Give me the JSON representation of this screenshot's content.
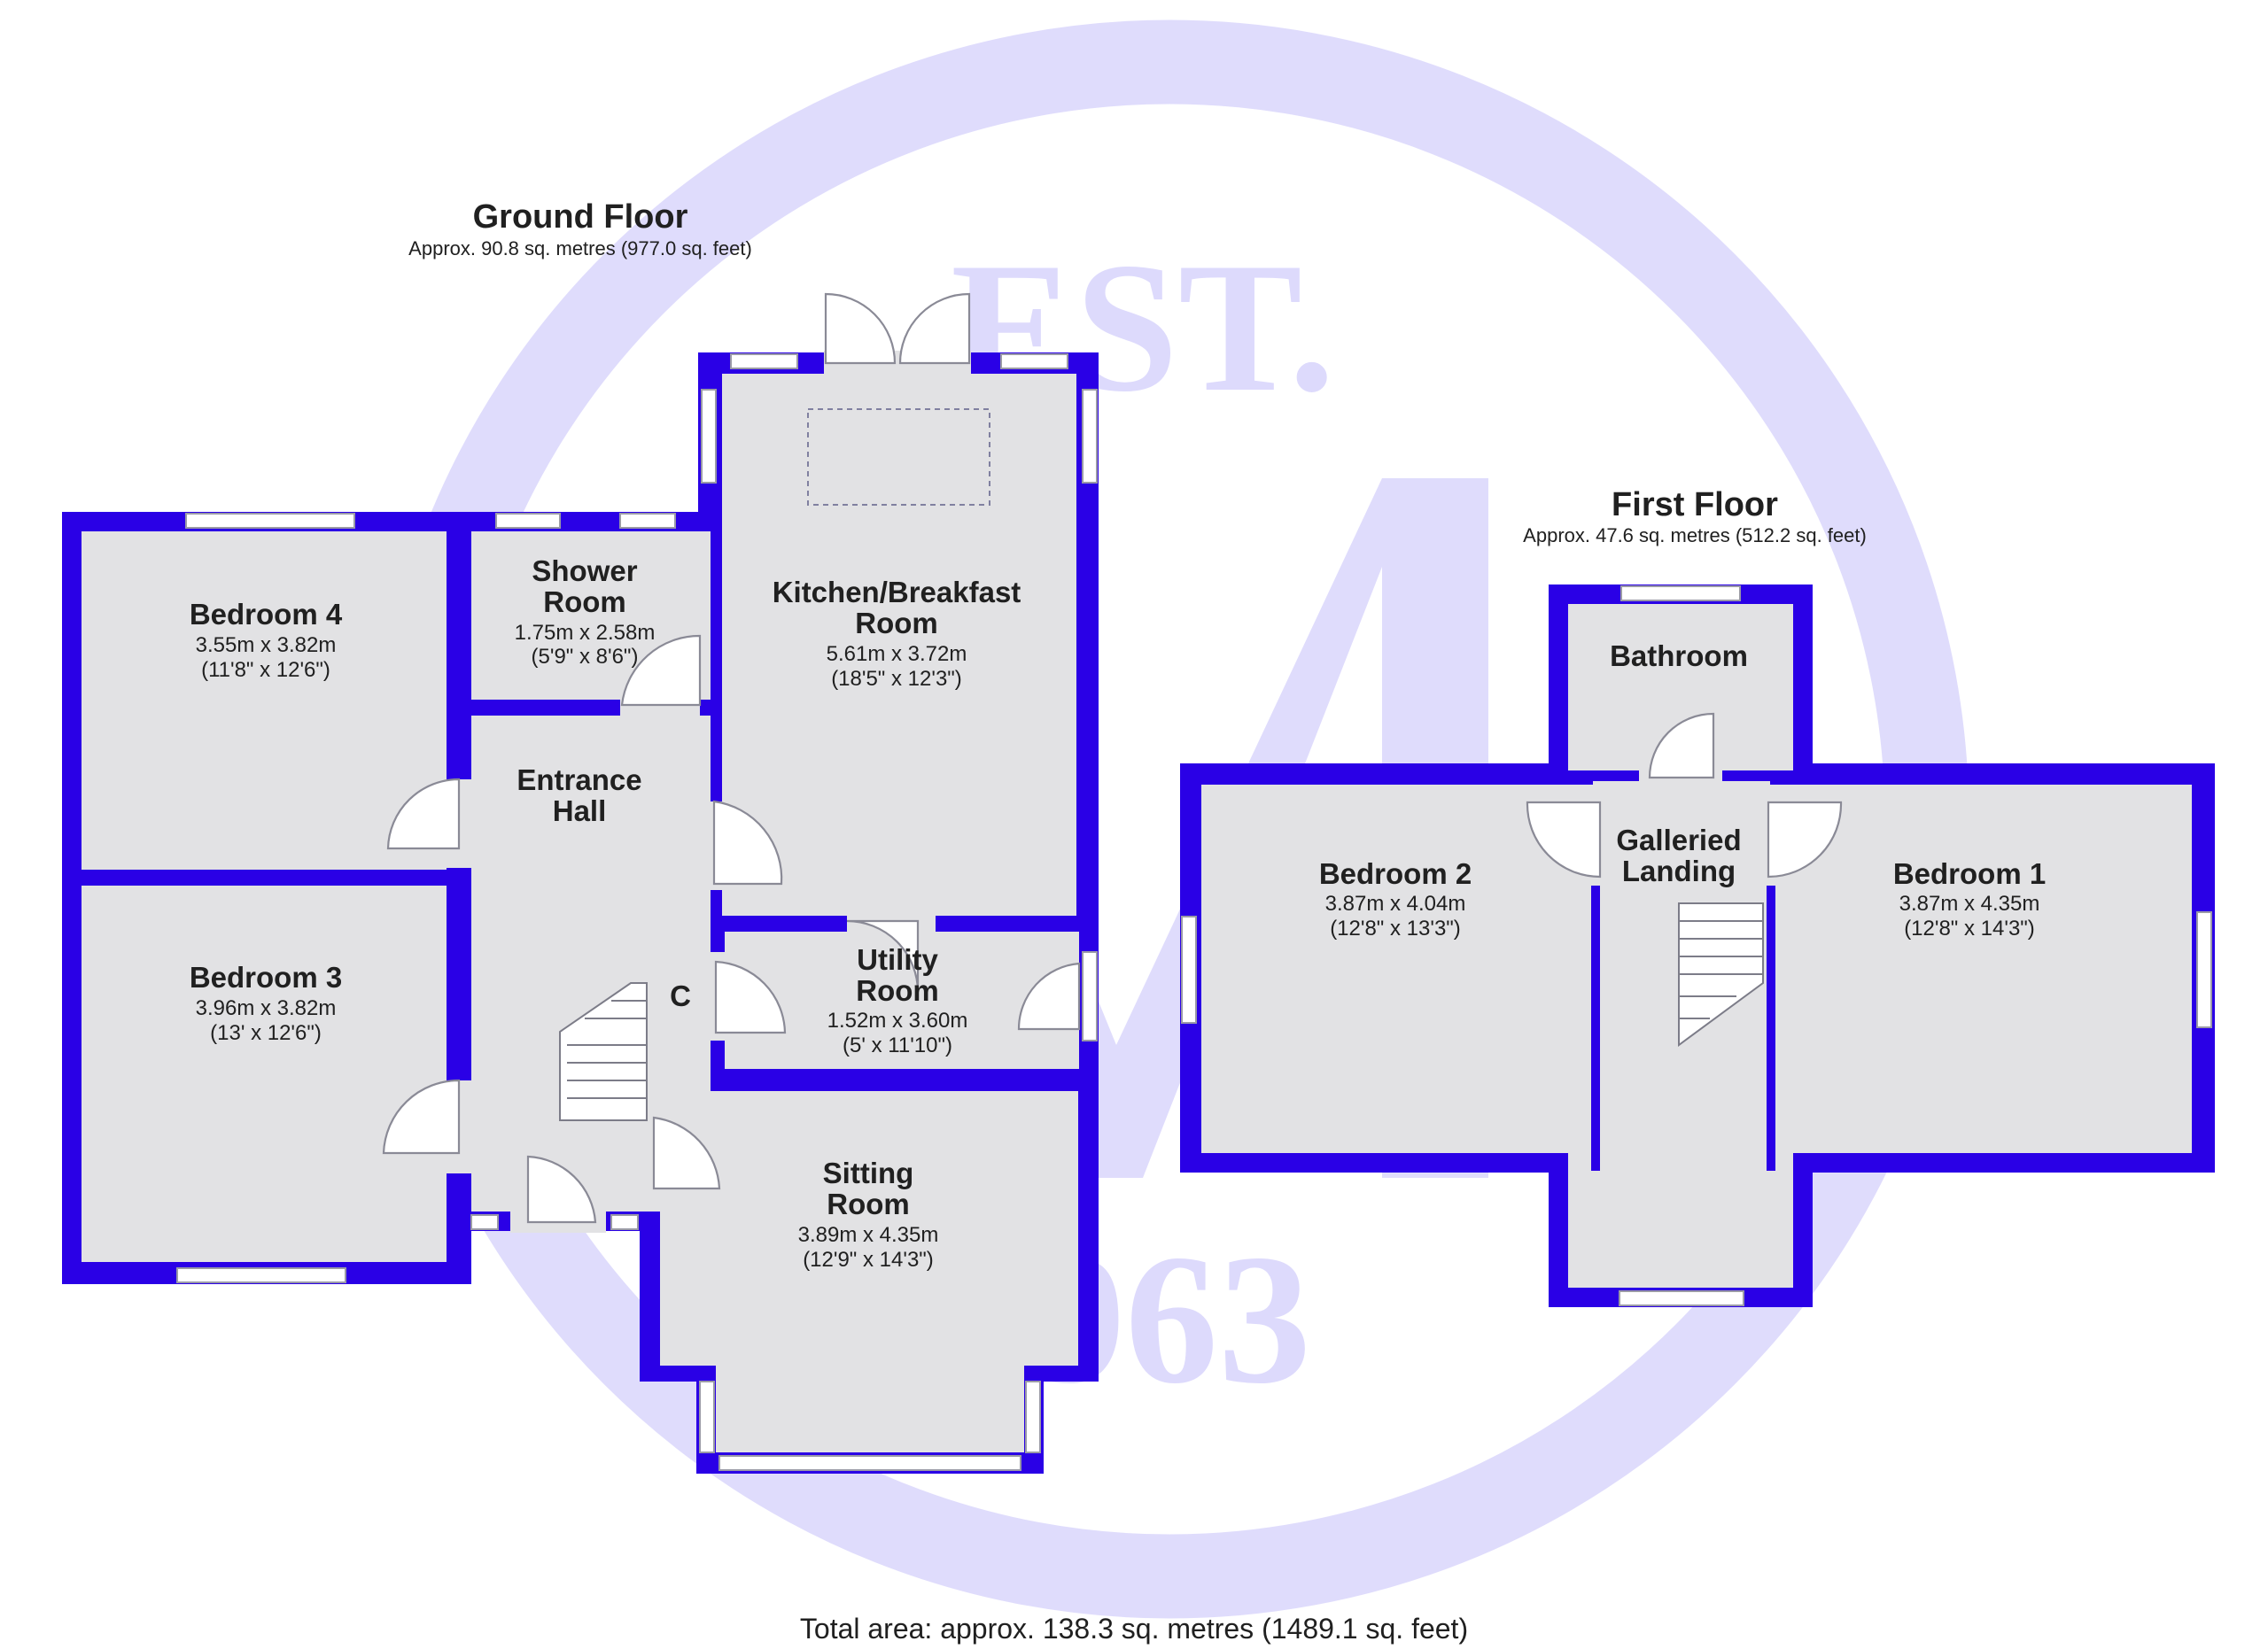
{
  "watermark": {
    "est": "EST.",
    "year": "1963",
    "color": "#9c94f5"
  },
  "colors": {
    "wall": "#2a00e6",
    "floor": "#e2e2e4"
  },
  "ground_floor": {
    "title": "Ground Floor",
    "area": "Approx. 90.8 sq. metres (977.0 sq. feet)",
    "rooms": {
      "bedroom4": {
        "name": [
          "Bedroom 4"
        ],
        "metric": "3.55m x 3.82m",
        "imperial": "(11'8\" x 12'6\")"
      },
      "shower": {
        "name": [
          "Shower",
          "Room"
        ],
        "metric": "1.75m x 2.58m",
        "imperial": "(5'9\" x 8'6\")"
      },
      "kitchen": {
        "name": [
          "Kitchen/Breakfast",
          "Room"
        ],
        "metric": "5.61m x 3.72m",
        "imperial": "(18'5\" x 12'3\")"
      },
      "hall": {
        "name": [
          "Entrance",
          "Hall"
        ]
      },
      "bedroom3": {
        "name": [
          "Bedroom 3"
        ],
        "metric": "3.96m x 3.82m",
        "imperial": "(13' x 12'6\")"
      },
      "utility": {
        "name": [
          "Utility",
          "Room"
        ],
        "metric": "1.52m x 3.60m",
        "imperial": "(5' x 11'10\")"
      },
      "cupboard": {
        "name": [
          "C"
        ]
      },
      "sitting": {
        "name": [
          "Sitting",
          "Room"
        ],
        "metric": "3.89m x 4.35m",
        "imperial": "(12'9\" x 14'3\")"
      }
    }
  },
  "first_floor": {
    "title": "First Floor",
    "area": "Approx. 47.6 sq. metres (512.2 sq. feet)",
    "rooms": {
      "bathroom": {
        "name": [
          "Bathroom"
        ]
      },
      "bedroom2": {
        "name": [
          "Bedroom 2"
        ],
        "metric": "3.87m x 4.04m",
        "imperial": "(12'8\" x 13'3\")"
      },
      "landing": {
        "name": [
          "Galleried",
          "Landing"
        ]
      },
      "bedroom1": {
        "name": [
          "Bedroom 1"
        ],
        "metric": "3.87m x 4.35m",
        "imperial": "(12'8\" x 14'3\")"
      }
    }
  },
  "total_area": "Total area: approx. 138.3 sq. metres (1489.1 sq. feet)"
}
